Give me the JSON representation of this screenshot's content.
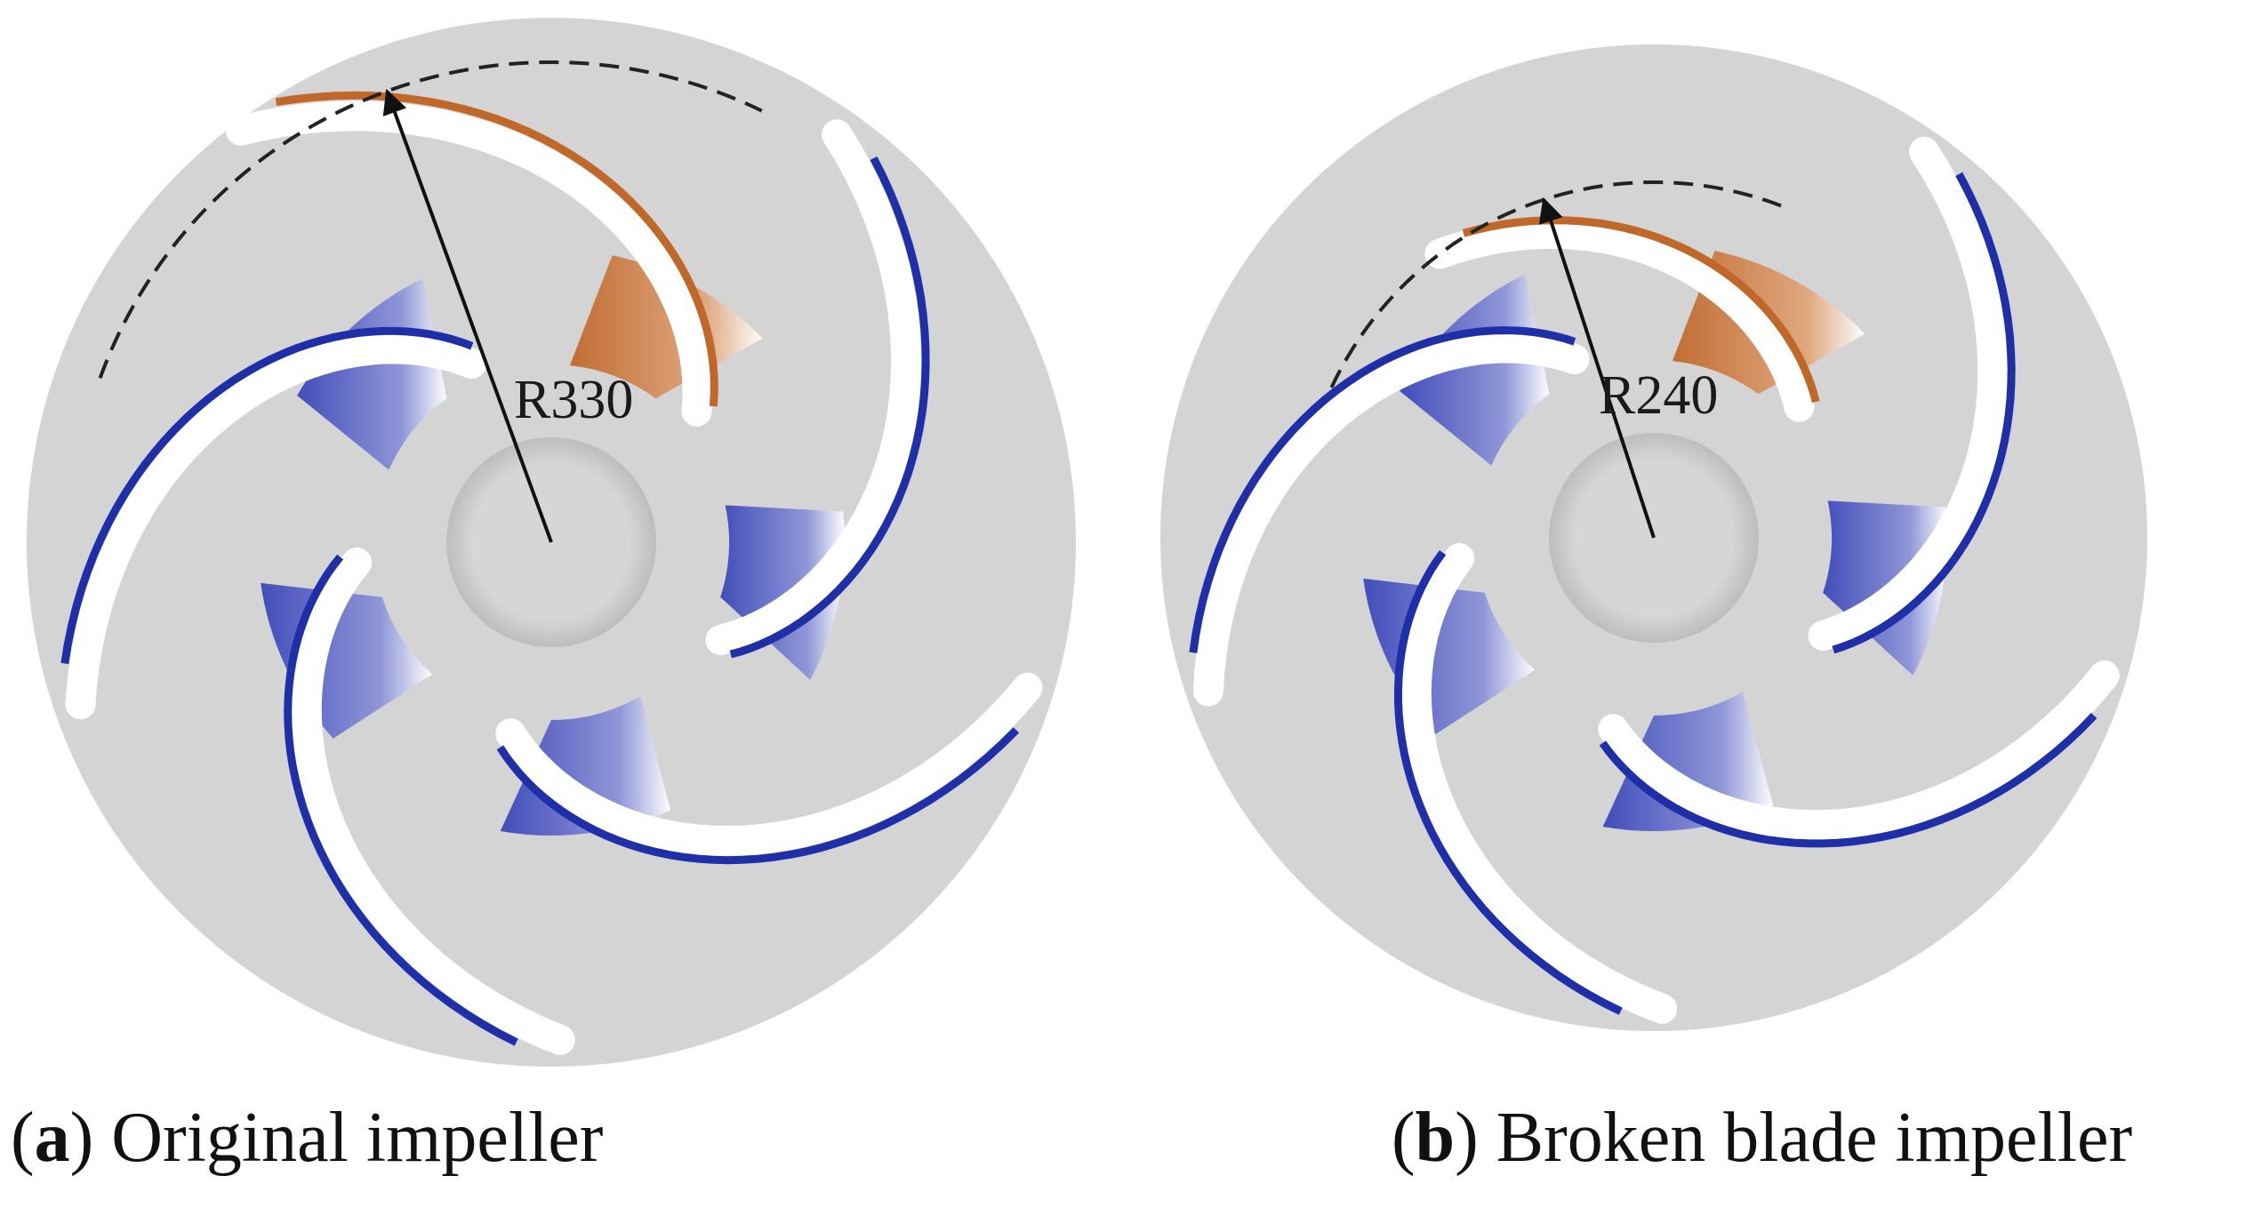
{
  "panels": [
    {
      "id": "a",
      "caption_letter": "a",
      "caption_text": "Original impeller",
      "radius_label": "R330",
      "highlight_color": "#c0682a"
    },
    {
      "id": "b",
      "caption_letter": "b",
      "caption_text": "Broken blade impeller",
      "radius_label": "R240",
      "highlight_color": "#c0682a"
    }
  ],
  "colors": {
    "disk": "#d4d4d4",
    "blade": "#3a47b8",
    "blade_edge": "#1f2fa8",
    "hub": "#cfcfcf"
  }
}
